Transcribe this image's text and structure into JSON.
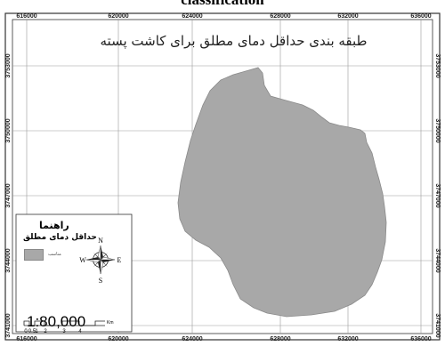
{
  "caption": "classification",
  "map_title": "طبقه بندی حداقل دمای مطلق برای کاشت پسته",
  "x_ticks": [
    "616000",
    "620000",
    "624000",
    "628000",
    "632000",
    "636000"
  ],
  "y_ticks": [
    "3753000",
    "3750000",
    "3747000",
    "3744000",
    "3741000"
  ],
  "legend": {
    "title": "راهنما",
    "subtitle": "حداقل دمای مطلق",
    "items": [
      {
        "label": "مناسب",
        "color": "#a8a8a8"
      }
    ]
  },
  "north_arrow": {
    "n": "N",
    "s": "S",
    "e": "E",
    "w": "W"
  },
  "scale": {
    "ratio": "1:80,000",
    "labels": [
      "0",
      "0.5",
      "1",
      "2",
      "3",
      "4"
    ],
    "unit": "Km"
  },
  "colors": {
    "region_fill": "#a8a8a8",
    "region_stroke": "#8a8a8a",
    "grid": "#999999"
  }
}
